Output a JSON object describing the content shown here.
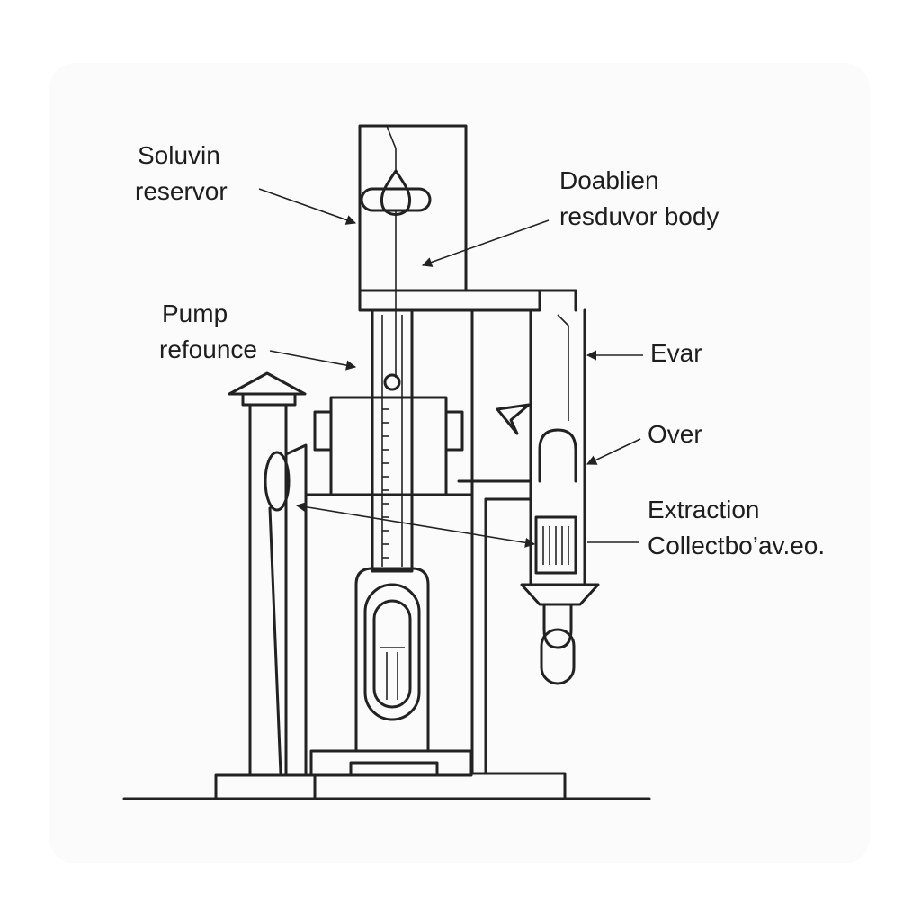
{
  "labels": {
    "solvent_reservoir": [
      "Soluvin",
      "reservor"
    ],
    "reservoir_body": [
      "Doablien",
      "resduvor body"
    ],
    "pump_reference": [
      "Pump",
      "refounce"
    ],
    "evar": "Evar",
    "over": "Over",
    "extraction": [
      "Extraction",
      "Collectbo’av.eo."
    ]
  },
  "colors": {
    "line": "#222222",
    "panel": "#fbfbfb",
    "background": "#ffffff"
  }
}
